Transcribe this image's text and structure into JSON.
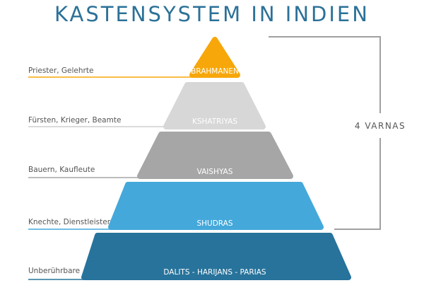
{
  "title": "KASTENSYSTEM IN INDIEN",
  "bracket_label": "4 VARNAS",
  "tiers": [
    {
      "name": "BRAHMANEN",
      "description": "Priester, Gelehrte",
      "color": "#F7A70A",
      "line_color": "#F7A70A"
    },
    {
      "name": "KSHATRIYAS",
      "description": "Fürsten, Krieger, Beamte",
      "color": "#D7D7D7",
      "line_color": "#CFCFCF"
    },
    {
      "name": "VAISHYAS",
      "description": "Bauern, Kaufleute",
      "color": "#A6A6A6",
      "line_color": "#A6A6A6"
    },
    {
      "name": "SHUDRAS",
      "description": "Knechte, Dienstleister",
      "color": "#44A8DB",
      "line_color": "#44A8DB"
    },
    {
      "name": "DALITS - HARIJANS - PARIAS",
      "description": "Unberührbare",
      "color": "#27739B",
      "line_color": "#27739B"
    }
  ],
  "colors": {
    "title": "#2B7198",
    "bracket": "#A0A0A0"
  }
}
